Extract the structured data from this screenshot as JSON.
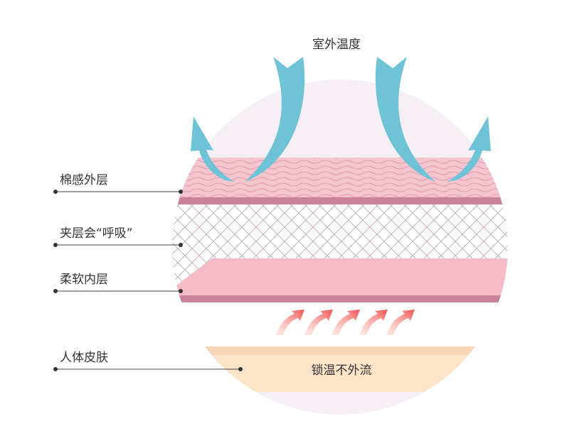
{
  "title": "室外温度",
  "layers": [
    {
      "label": "棉感外层"
    },
    {
      "label": "夹层会“呼吸”"
    },
    {
      "label": "柔软内层"
    },
    {
      "label": "人体皮肤"
    }
  ],
  "skin_note": "锁温不外流",
  "colors": {
    "circle_bg": "#f6f0f6",
    "outer_layer": "#f5c5cf",
    "layer_edge": "#c98299",
    "mesh": "#b8a5b5",
    "cold_arrow": "#6ec4d6",
    "warm_arrow": "#ee5d5d",
    "skin": "#fde3c7",
    "leader_line": "#444444"
  }
}
